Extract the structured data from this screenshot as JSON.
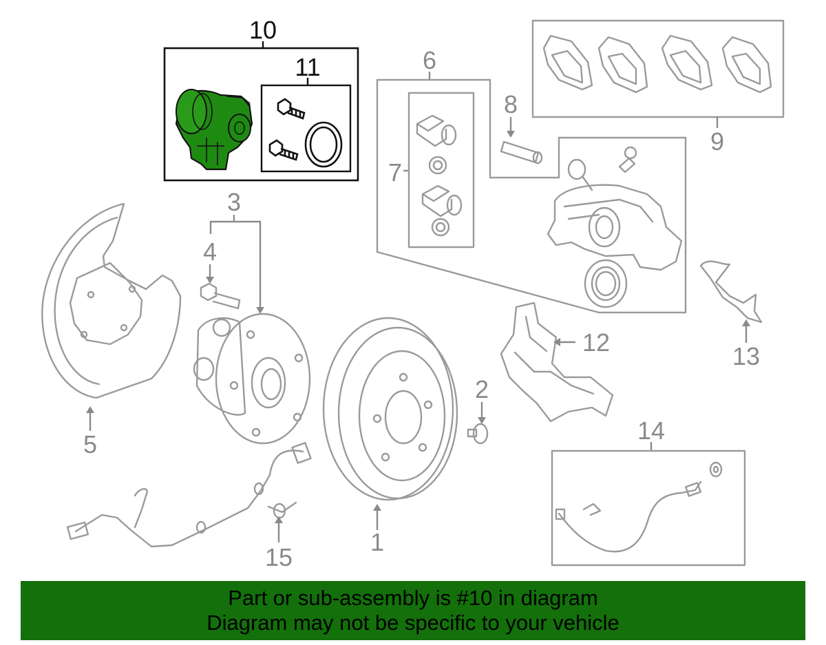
{
  "callouts": {
    "c1": "1",
    "c2": "2",
    "c3": "3",
    "c4": "4",
    "c5": "5",
    "c6": "6",
    "c7": "7",
    "c8": "8",
    "c9": "9",
    "c10": "10",
    "c11": "11",
    "c12": "12",
    "c13": "13",
    "c14": "14",
    "c15": "15"
  },
  "highlight": {
    "part_number": "10",
    "color": "#1f8a12",
    "line_color": "#111111"
  },
  "colors": {
    "line_art": "#9a9a9a",
    "banner_bg": "#13700b",
    "banner_text": "#000000"
  },
  "banner": {
    "line1": "Part or sub-assembly is #10 in diagram",
    "line2": "Diagram may not be specific to your vehicle"
  }
}
